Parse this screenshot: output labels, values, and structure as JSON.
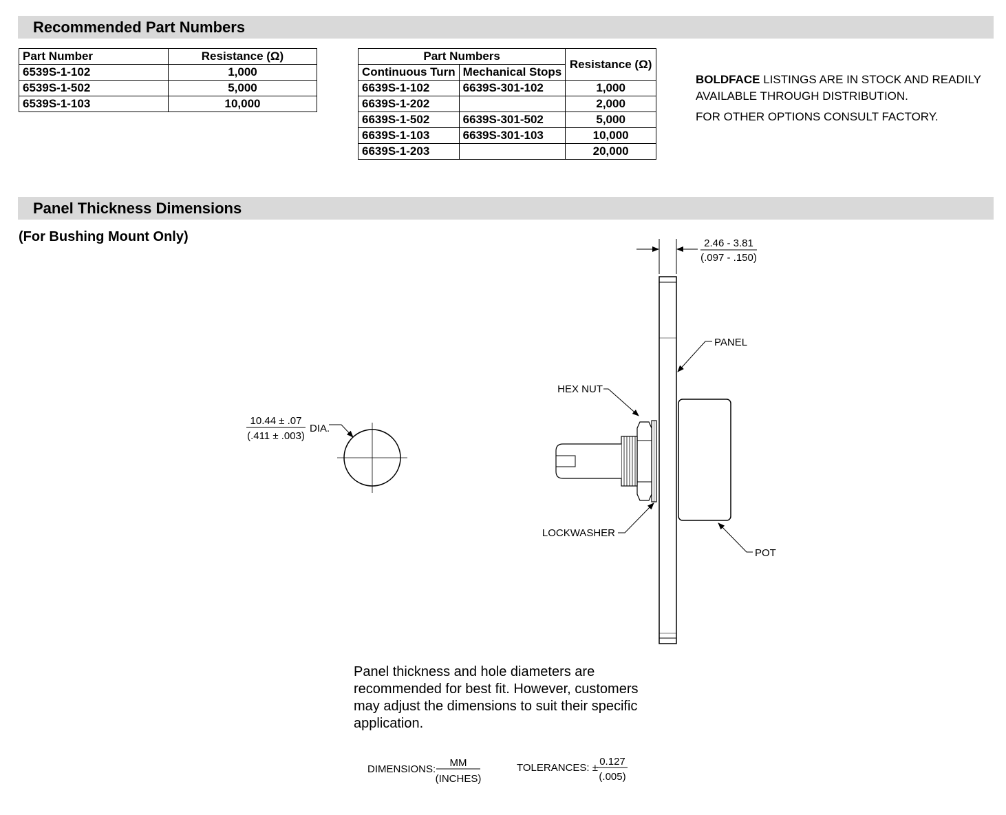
{
  "sections": {
    "recommended": "Recommended Part Numbers",
    "panel": "Panel Thickness Dimensions",
    "panel_sub": "(For Bushing Mount Only)"
  },
  "table1": {
    "headers": [
      "Part Number",
      "Resistance (Ω)"
    ],
    "rows": [
      [
        "6539S-1-102",
        "1,000"
      ],
      [
        "6539S-1-502",
        "5,000"
      ],
      [
        "6539S-1-103",
        "10,000"
      ]
    ]
  },
  "table2": {
    "group_header": "Part Numbers",
    "sub_headers": [
      "Continuous Turn",
      "Mechanical Stops"
    ],
    "resistance_header": "Resistance (Ω)",
    "rows": [
      [
        "6639S-1-102",
        "6639S-301-102",
        "1,000"
      ],
      [
        "6639S-1-202",
        "",
        "2,000"
      ],
      [
        "6639S-1-502",
        "6639S-301-502",
        "5,000"
      ],
      [
        "6639S-1-103",
        "6639S-301-103",
        "10,000"
      ],
      [
        "6639S-1-203",
        "",
        "20,000"
      ]
    ]
  },
  "note": {
    "bold": "BOLDFACE",
    "line1_rest": " LISTINGS ARE IN STOCK AND READILY",
    "line2": "AVAILABLE THROUGH DISTRIBUTION.",
    "line3": "FOR OTHER OPTIONS CONSULT FACTORY."
  },
  "drawing": {
    "thickness_mm": "2.46 - 3.81",
    "thickness_in": "(.097 - .150)",
    "hole_mm": "10.44 ± .07",
    "hole_in": "(.411 ± .003)",
    "hole_suffix": "DIA.",
    "label_panel": "PANEL",
    "label_hex_nut": "HEX NUT",
    "label_lockwasher": "LOCKWASHER",
    "label_pot": "POT"
  },
  "caption": "Panel thickness and hole diameters are recommended for best fit. However, customers may adjust the dimensions to suit their specific application.",
  "legend": {
    "dimensions_label": "DIMENSIONS:",
    "dim_top": "MM",
    "dim_bottom": "(INCHES)",
    "tolerances_label": "TOLERANCES:  ±",
    "tol_top": "0.127",
    "tol_bottom": "(.005)"
  }
}
